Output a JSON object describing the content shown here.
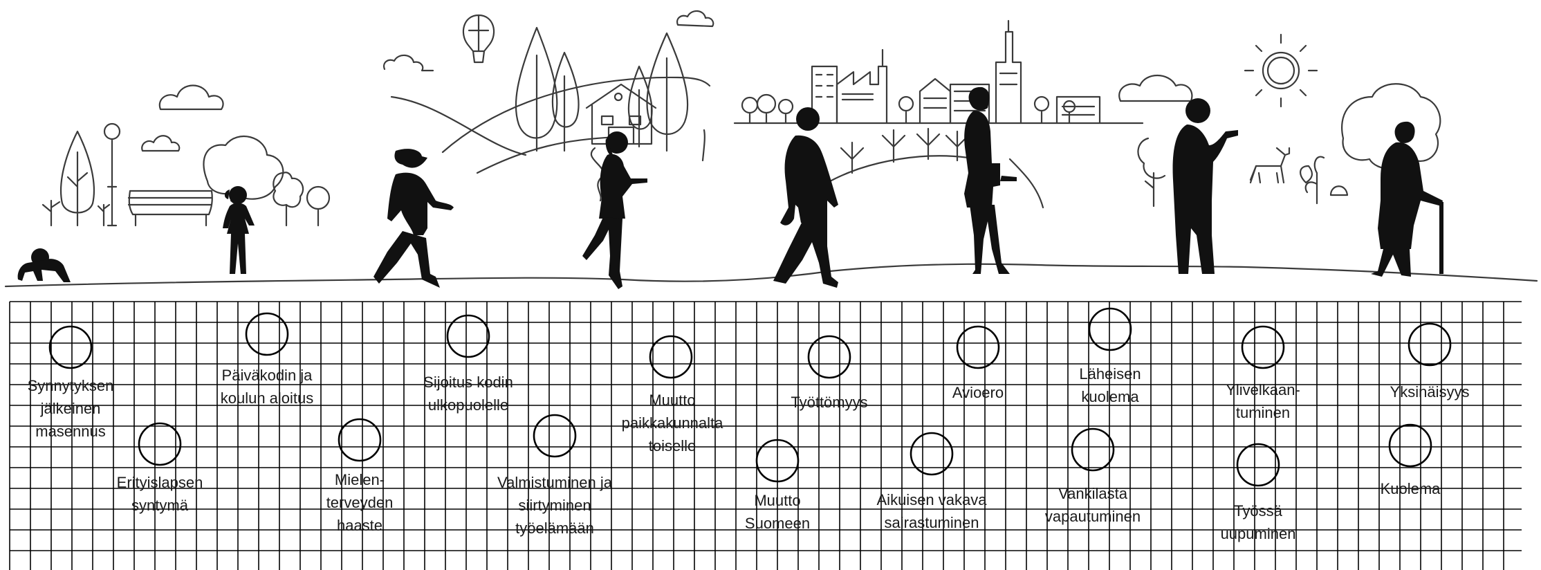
{
  "events": [
    {
      "id": "synnytyksen",
      "lines": [
        "Synnytyksen",
        "jälkeinen",
        "masennus"
      ]
    },
    {
      "id": "erityislapsen",
      "lines": [
        "Erityislapsen",
        "syntymä"
      ]
    },
    {
      "id": "paivakodin",
      "lines": [
        "Päiväkodin ja",
        "koulun aloitus"
      ]
    },
    {
      "id": "mielenterveyden",
      "lines": [
        "Mielen-",
        "terveyden",
        "haaste"
      ]
    },
    {
      "id": "sijoitus",
      "lines": [
        "Sijoitus kodin",
        "ulkopuolelle"
      ]
    },
    {
      "id": "valmistuminen",
      "lines": [
        "Valmistuminen ja",
        "siirtyminen",
        "työelämään"
      ]
    },
    {
      "id": "muutto-paikkakunnalta",
      "lines": [
        "Muutto",
        "paikkakunnalta",
        "toiselle"
      ]
    },
    {
      "id": "muutto-suomeen",
      "lines": [
        "Muutto",
        "Suomeen"
      ]
    },
    {
      "id": "tyottomyys",
      "lines": [
        "Työttömyys"
      ]
    },
    {
      "id": "aikuisen",
      "lines": [
        "Aikuisen vakava",
        "sairastuminen"
      ]
    },
    {
      "id": "avioero",
      "lines": [
        "Avioero"
      ]
    },
    {
      "id": "laheisen",
      "lines": [
        "Läheisen",
        "kuolema"
      ]
    },
    {
      "id": "vankilasta",
      "lines": [
        "Vankilasta",
        "vapautuminen"
      ]
    },
    {
      "id": "ylivelkaantuminen",
      "lines": [
        "Ylivelkaan-",
        "tuminen"
      ]
    },
    {
      "id": "tyossa",
      "lines": [
        "Työssä",
        "uupuminen"
      ]
    },
    {
      "id": "yksinaisyys",
      "lines": [
        "Yksinäisyys"
      ]
    },
    {
      "id": "kuolema",
      "lines": [
        "Kuolema"
      ]
    }
  ],
  "figures": [
    {
      "id": "baby",
      "icon": "crawling-baby-icon"
    },
    {
      "id": "child",
      "icon": "little-girl-icon"
    },
    {
      "id": "boy",
      "icon": "walking-boy-icon"
    },
    {
      "id": "teen",
      "icon": "teen-girl-phone-icon"
    },
    {
      "id": "man",
      "icon": "walking-man-icon"
    },
    {
      "id": "woman",
      "icon": "woman-folder-icon"
    },
    {
      "id": "older-man",
      "icon": "man-with-phone-icon"
    },
    {
      "id": "elderly",
      "icon": "elderly-woman-cane-icon"
    }
  ],
  "colors": {
    "ink": "#1a1a1a",
    "figure": "#111111",
    "grid": "#000000",
    "background": "#ffffff"
  }
}
